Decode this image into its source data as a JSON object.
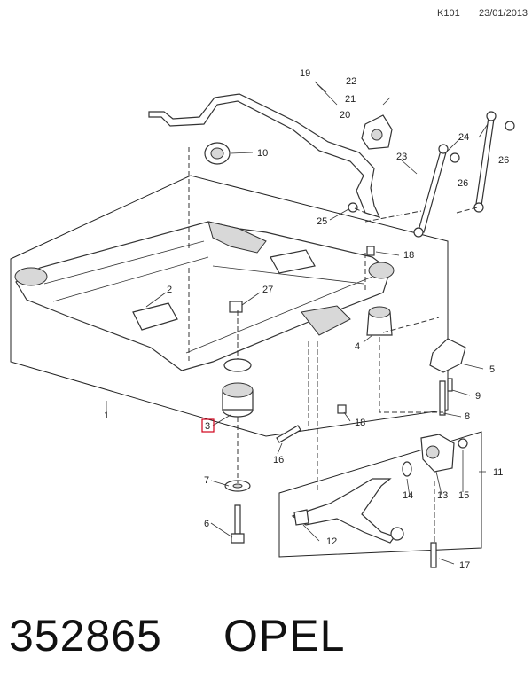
{
  "header": {
    "code": "K101",
    "date": "23/01/2013"
  },
  "footer": {
    "part_number": "352865",
    "brand": "OPEL"
  },
  "callouts": {
    "c1": "1",
    "c2": "2",
    "c3": "3",
    "c4": "4",
    "c5": "5",
    "c6": "6",
    "c7": "7",
    "c8": "8",
    "c9": "9",
    "c10": "10",
    "c11": "11",
    "c12": "12",
    "c13": "13",
    "c14": "14",
    "c15": "15",
    "c16": "16",
    "c17": "17",
    "c18a": "18",
    "c18b": "18",
    "c19": "19",
    "c20": "20",
    "c21": "21",
    "c22": "22",
    "c23": "23",
    "c24": "24",
    "c25": "25",
    "c26a": "26",
    "c26b": "26",
    "c27": "27"
  },
  "highlight": {
    "part": "3",
    "color": "#d0021b"
  }
}
